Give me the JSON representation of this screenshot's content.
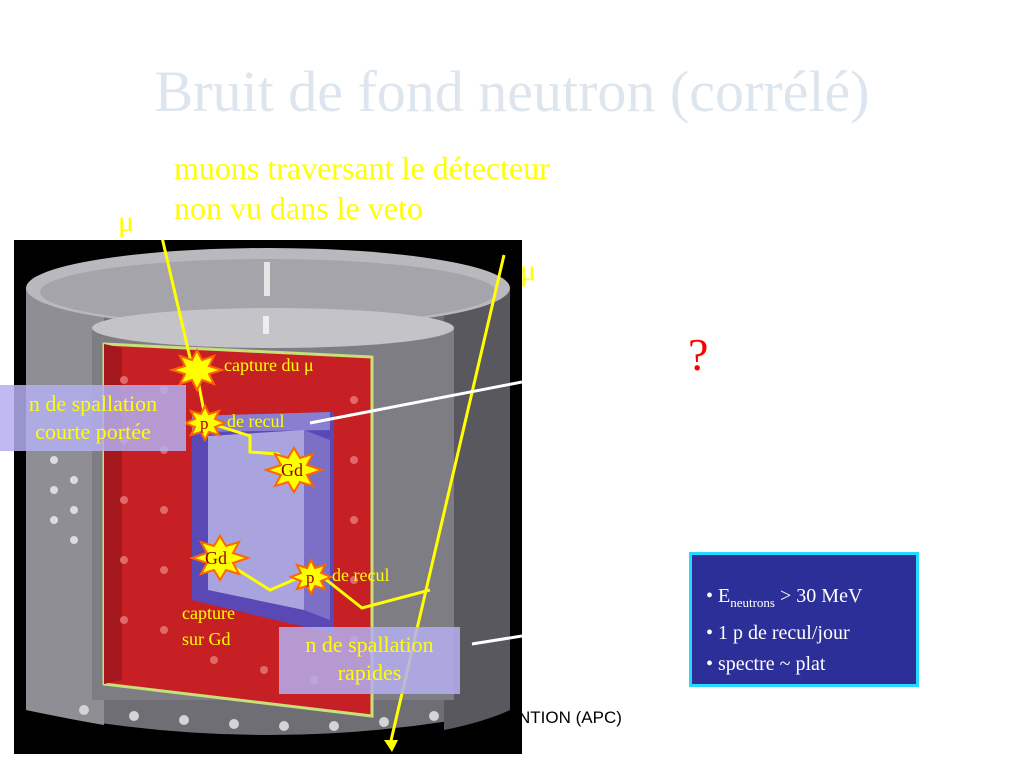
{
  "title": "Bruit de fond neutron (corrélé)",
  "muons_line1": "muons traversant le détecteur",
  "muons_line2": "non vu dans le veto",
  "mu_symbol": "μ",
  "question_mark": "?",
  "labels": {
    "capture_mu": "capture du μ",
    "p": "p",
    "de_recul": "de recul",
    "gd": "Gd",
    "capture_sur_gd_1": "capture",
    "capture_sur_gd_2": "sur Gd",
    "n_courte_1": "n de spallation",
    "n_courte_2": "courte portée",
    "n_rapides_1": "n de spallation",
    "n_rapides_2": "rapides"
  },
  "info_box": {
    "line1_prefix": "• E",
    "line1_sub": "neutrons",
    "line1_suffix": " > 30 MeV",
    "line2": "• 1 p de recul/jour",
    "line3": "• spectre ~ plat"
  },
  "footer": "NTION (APC)",
  "colors": {
    "muon_yellow": "#ffff00",
    "info_bg": "#2d2f99",
    "info_border": "#27d9ff",
    "question_red": "#ff0000",
    "title_color": "#dde6ee"
  }
}
